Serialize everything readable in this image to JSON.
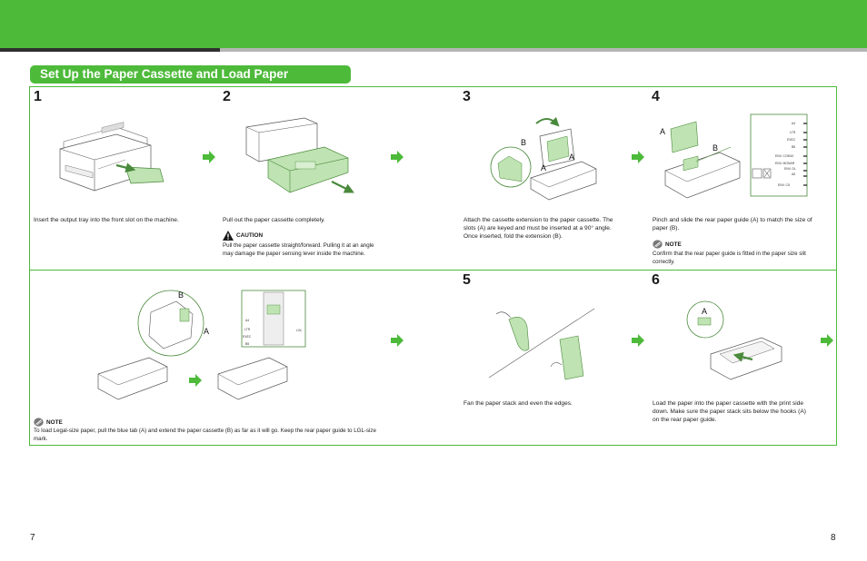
{
  "header": {
    "section_title": "Set Up the Paper Cassette and Load Paper"
  },
  "colors": {
    "accent": "#4dba3a",
    "dark_bar": "#2f2f2f",
    "light_bar": "#b5b5b5"
  },
  "steps": [
    {
      "number": "1",
      "text": "Insert the output tray into the front slot on the machine."
    },
    {
      "number": "2",
      "text": "Pull out the paper cassette completely.",
      "caution_label": "CAUTION",
      "caution_text": "Pull the paper cassette straight/forward. Pulling it at an angle may damage the paper sensing lever inside the machine."
    },
    {
      "number": "3",
      "text": "Attach the cassette extension to the paper cassette. The slots (A) are keyed and must be inserted at a 90° angle. Once inserted, fold the extension (B).",
      "callouts": [
        "B",
        "A",
        "A"
      ]
    },
    {
      "number": "4",
      "text": "Pinch and slide the rear paper guide (A) to match the size of paper (B).",
      "note_label": "NOTE",
      "note_text": "Confirm that the rear paper guide is fitted in the paper size slit correctly.",
      "callouts": [
        "A",
        "B"
      ],
      "size_marks": [
        "A4",
        "LTR",
        "EXEC",
        "B5",
        "ENV. COM10",
        "ENV. MONAR",
        "ENV. DL",
        "A5",
        "ENV. C5"
      ]
    },
    {
      "number": "5",
      "text": "Fan the paper stack and even the edges."
    },
    {
      "number": "6",
      "text": "Load the paper into the paper cassette with the print side down. Make sure the paper stack sits below the hooks (A) on the rear paper guide.",
      "callouts": [
        "A"
      ]
    }
  ],
  "legal_note": {
    "note_label": "NOTE",
    "text": "To load Legal-size paper, pull the blue tab (A) and extend the paper cassette (B) as far as it will go. Keep the rear paper guide to LGL-size mark.",
    "callouts": [
      "B",
      "A"
    ],
    "size_marks": [
      "A4",
      "LTR",
      "EXEC",
      "B5",
      "LGL"
    ]
  },
  "icons": {
    "next_step": "arrow-right-icon",
    "caution": "warning-triangle-icon",
    "note": "note-pencil-icon"
  },
  "pages": {
    "left": "7",
    "right": "8"
  }
}
